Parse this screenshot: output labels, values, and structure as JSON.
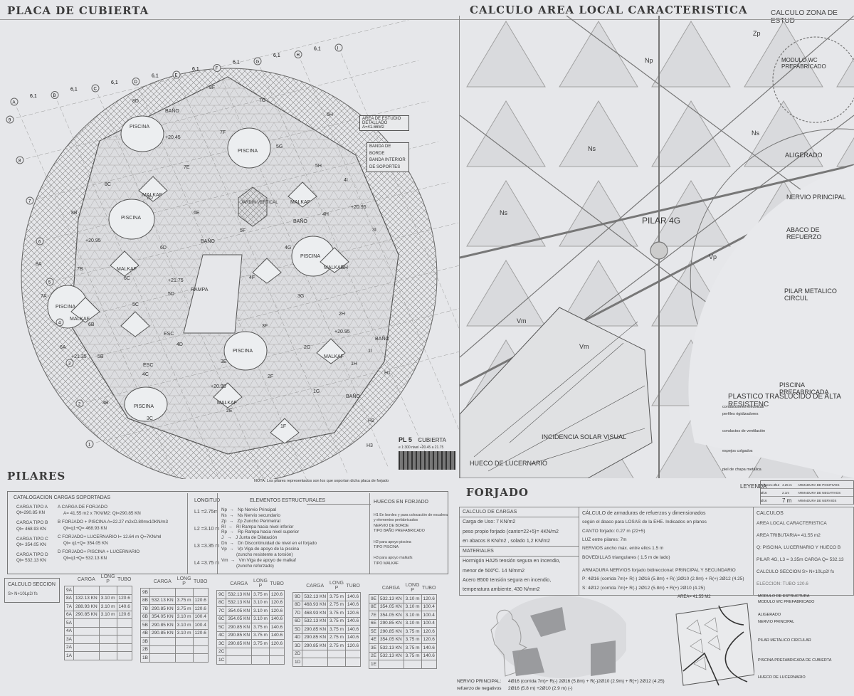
{
  "titles": {
    "plan": "PLACA DE CUBIERTA",
    "detail": "CALCULO AREA LOCAL CARACTERISTICA",
    "zone": "CALCULO ZONA DE ESTUD",
    "pilares": "PILARES",
    "forjado": "FORJADO",
    "leyenda": "LEYENDA"
  },
  "plan": {
    "axis_letters": [
      "A",
      "B",
      "C",
      "D",
      "E",
      "F",
      "G",
      "H",
      "I"
    ],
    "axis_numbers": [
      "9",
      "8",
      "7",
      "6",
      "5",
      "4",
      "3",
      "2",
      "1"
    ],
    "spacing": "6,1",
    "labels": [
      "PISCINA",
      "PISCINA",
      "PISCINA",
      "PISCINA",
      "PISCINA",
      "PISCINA",
      "PISCINA",
      "MALKAF",
      "MALKAF",
      "MALKAF",
      "MALKAF",
      "MALKAF",
      "MALKAF",
      "MALKAF",
      "RAMPA",
      "JARDIN VERTICAL",
      "BAÑO",
      "BAÑO",
      "BAÑO",
      "BAÑO",
      "BAÑO",
      "ESC",
      "ESC",
      "+20.45",
      "+20.95",
      "+20.95",
      "+21.75",
      "+21.35",
      "+20.95",
      "+20.95",
      "8F",
      "7G",
      "6H",
      "8D",
      "7F",
      "7E",
      "7D",
      "6E",
      "5F",
      "5G",
      "5H",
      "4I",
      "4H",
      "4G",
      "3I",
      "3H",
      "3G",
      "2H",
      "2G",
      "1I",
      "1H",
      "1G",
      "2F",
      "2E",
      "1F",
      "3F",
      "4F",
      "5D",
      "6D",
      "7B",
      "6C",
      "5C",
      "5B",
      "6B",
      "7A",
      "8A",
      "8B",
      "8C",
      "3C",
      "4B",
      "4C",
      "4D",
      "3E",
      "6A",
      "H1",
      "H2",
      "H3"
    ],
    "callouts": [
      "AREA DE ESTUDIO DETALLADO A=41.66M2",
      "BANDA DE BORDE",
      "BANDA INTERIOR",
      "DE SOPORTES"
    ],
    "stamp": {
      "code": "PL 5",
      "name": "CUBIERTA",
      "scale": "e 1:300",
      "level": "nivel +20.45 a 21.75"
    },
    "note": "NOTA: Los pilares representados son los que soportan dicha placa de forjado"
  },
  "detail": {
    "labels": [
      "Zp",
      "Np",
      "Ns",
      "Ns",
      "Ns",
      "Vp",
      "Vm",
      "Vm",
      "PILAR 4G",
      "HUECO DE LUCERNARIO",
      "INCIDENCIA SOLAR VISUAL"
    ],
    "right_labels": [
      "MODULO WC PREFABRICADO",
      "ALIGERADO",
      "NERVIO PRINCIPAL",
      "ABACO DE REFUERZO",
      "PILAR METALICO CIRCUL",
      "PISCINA PREFABRICADA",
      "PLASTICO TRASLÚCIDO DE ALTA RESISTENC"
    ],
    "layers": [
      "conducciones eléctricas",
      "perfiles rigidizadores",
      "conductos de ventilación",
      "espejos colgados",
      "piel de chapa metálica"
    ]
  },
  "legend": {
    "rows": [
      {
        "a": "refuerzo Ø12",
        "b": "4.25 m",
        "c": "ARMADURA DE POSITIVOS"
      },
      {
        "a": "Ø16",
        "b": "2.1m",
        "c": "ARMADURA DE NEGATIVOS"
      },
      {
        "a": "Ø16",
        "b": "7 m",
        "c": "ARMADURA DE NERVIOS"
      }
    ]
  },
  "catalog": {
    "header": "CATALOGACION CARGAS SOPORTADAS",
    "types": [
      {
        "name": "CARGA TIPO  A",
        "q": "Qt=290.85 KN"
      },
      {
        "name": "CARGA TIPO  B",
        "q": "Qt= 468.93 KN"
      },
      {
        "name": "CARGA TIPO  C",
        "q": "Qt= 354.05 KN"
      },
      {
        "name": "CARGA TIPO D",
        "q": "Qt= 532.13 KN"
      }
    ],
    "desc": [
      {
        "l1": "A  CARGA DE FORJADO",
        "l2": "A= 41.55 m2  x 7KN/M2: Qt=290.85 KN"
      },
      {
        "l1": "B  FORJADO + PISCINA A=22.27 m2xO.80mx10KN/m3",
        "l2": "Qt=q1+Q= 468.93 KN"
      },
      {
        "l1": "C  FORJADO+ LUCERNARIO l= 12.64 m Q=7KN/ml",
        "l2": "Qt= q1+Q= 354.05 KN"
      },
      {
        "l1": "D  FORJADO+ PISCINA + LUCERNARIO",
        "l2": "Qt=q1+Q= 532.13 KN"
      }
    ],
    "longitud_header": "LONGITUD",
    "longitudes": [
      "L1  =2.75m",
      "L2  =3.10 m",
      "L3  =3.35 m",
      "L4  =3.75 m"
    ],
    "elements_header": "ELEMENTOS ESTRUCTURALES",
    "elements": [
      "Np  →   Np Nervio Principal",
      "Ns  →   Ns Nervio secundario",
      "Zp  →   Zp Zuncho Perimetral",
      "Rl  →   Rl Rampa hacia nivel inferior",
      "Rp  →   Rp Rampa hacia nivel superior",
      "J   →   J Junta de Dilatación",
      "Dn  →   Dn Discontinuidad de nivel en el forjado",
      "Vp  →   Vp Viga de apoyo de la piscina",
      "            (zuncho resistente a torsión)",
      "Vm  →   Vm Viga de apoyo de malkaf",
      "            (zuncho reforzado)"
    ],
    "huecos_header": "HUECOS EN FORJADO",
    "huecos": [
      "H1 En bordes y para colocación de escalera y elementos prefabricados",
      "NERVIO DE BORDE",
      "TIPO BAÑO PREFABRICADO",
      "H2 para apoyo piscina",
      "TIPO PISCINA",
      "H3 para apoyo malkafs",
      "TIPO MALKAF"
    ]
  },
  "seccion": {
    "title": "CALCULO SECCION",
    "formula": "S> N+10Lp2/ fs"
  },
  "pillar_tables": {
    "headers": [
      "CARGA",
      "LONG P",
      "TUBO"
    ],
    "columns": [
      [
        [
          "9A",
          "",
          "",
          ""
        ],
        [
          "8A",
          "132.13 KN",
          "3.10 m",
          "120.6"
        ],
        [
          "7A",
          "288.93 KN",
          "3.10 m",
          "140.6"
        ],
        [
          "6A",
          "290.85 KN",
          "3.10 m",
          "120.6"
        ],
        [
          "5A",
          "",
          "",
          ""
        ],
        [
          "4A",
          "",
          "",
          ""
        ],
        [
          "3A",
          "",
          "",
          ""
        ],
        [
          "2A",
          "",
          "",
          ""
        ],
        [
          "1A",
          "",
          "",
          ""
        ]
      ],
      [
        [
          "9B",
          "",
          "",
          ""
        ],
        [
          "8B",
          "532.13 KN",
          "3.75 m",
          "120.6"
        ],
        [
          "7B",
          "290.85 KN",
          "3.75 m",
          "120.6"
        ],
        [
          "6B",
          "354.05 KN",
          "3.10 m",
          "100.4"
        ],
        [
          "5B",
          "290.85 KN",
          "3.10 m",
          "100.4"
        ],
        [
          "4B",
          "290.85 KN",
          "3.10 m",
          "120.6"
        ],
        [
          "3B",
          "",
          "",
          ""
        ],
        [
          "2B",
          "",
          "",
          ""
        ],
        [
          "1B",
          "",
          "",
          ""
        ]
      ],
      [
        [
          "9C",
          "532.13 KN",
          "3.75 m",
          "120.6"
        ],
        [
          "8C",
          "532.13 KN",
          "3.10 m",
          "120.6"
        ],
        [
          "7C",
          "354.05 KN",
          "3.10 m",
          "120.6"
        ],
        [
          "6C",
          "354.05 KN",
          "3.10 m",
          "140.6"
        ],
        [
          "5C",
          "290.85 KN",
          "3.75 m",
          "140.6"
        ],
        [
          "4C",
          "290.85 KN",
          "3.75 m",
          "140.6"
        ],
        [
          "3C",
          "290.85 KN",
          "3.75 m",
          "120.6"
        ],
        [
          "2C",
          "",
          "",
          ""
        ],
        [
          "1C",
          "",
          "",
          ""
        ]
      ],
      [
        [
          "9D",
          "532.13 KN",
          "3.75 m",
          "140.6"
        ],
        [
          "8D",
          "468.93 KN",
          "2.75 m",
          "140.6"
        ],
        [
          "7D",
          "468.93 KN",
          "3.75 m",
          "120.6"
        ],
        [
          "6D",
          "532.13 KN",
          "3.75 m",
          "140.6"
        ],
        [
          "5D",
          "290.85 KN",
          "3.75 m",
          "140.6"
        ],
        [
          "4D",
          "290.85 KN",
          "2.75 m",
          "140.6"
        ],
        [
          "3D",
          "290.85 KN",
          "2.75 m",
          "120.6"
        ],
        [
          "2D",
          "",
          "",
          ""
        ],
        [
          "1D",
          "",
          "",
          ""
        ]
      ],
      [
        [
          "9E",
          "532.13 KN",
          "3.10 m",
          "120.6"
        ],
        [
          "8E",
          "354.05 KN",
          "3.10 m",
          "100.4"
        ],
        [
          "7E",
          "354.05 KN",
          "3.10 m",
          "100.4"
        ],
        [
          "6E",
          "290.85 KN",
          "3.10 m",
          "100.4"
        ],
        [
          "5E",
          "290.85 KN",
          "3.75 m",
          "120.6"
        ],
        [
          "4E",
          "354.05 KN",
          "3.75 m",
          "120.6"
        ],
        [
          "3E",
          "532.13 KN",
          "3.75 m",
          "140.6"
        ],
        [
          "2E",
          "532.13 KN",
          "3.75 m",
          "140.6"
        ],
        [
          "1E",
          "",
          "",
          ""
        ]
      ]
    ]
  },
  "forjado": {
    "cargas_header": "CALCULO DE CARGAS",
    "cargas": [
      "Carga de Uso: 7 KN/m2",
      "peso propio forjado (canto=22+5)= 4KN/m2",
      "en abacos 8 KN/m2 , solado 1,2 KN/m2"
    ],
    "materiales_header": "MATERIALES",
    "materiales": [
      "Hormigón HA25 tensión segura en incendio, menor de 500ºC. 14 N/mm2",
      "Acero B500 tensión segura en incendio, temperatura ambiente, 430 N/mm2"
    ],
    "armaduras_header": "CÁLCULO de armaduras de refuerzos y dimensionados",
    "armaduras": [
      "según el ábaco para LOSAS de la EHE. Indicados en planos",
      "CANTO forjado: 0.27 m  (22+5)",
      "LUZ entre pilares: 7m",
      "NERVIOS ancho máx. entre ellos 1.5 m",
      "BOVEDILLAS triangulares ( 1.5 m de lado)",
      "ARMADURA NERVIOS forjado bidireccional: PRINCIPAL Y SECUNDARIO",
      "P: 4Ø16 (corrida 7m)+ R(-) 2Ø16 (5.8m) + R(-)2Ø10 (2.9m) + R(+) 2Ø12 (4.25)",
      "S: 4Ø12 (corrida 7m)+ R(-) 2Ø12 (5.8m) + R(+) 2Ø10 (4.25)"
    ],
    "calculos_header": "CALCULOS",
    "calculos": [
      "AREA LOCAL CARACTERISTICA",
      "AREA TRIBUTARIA= 41.55 m2",
      "Q: PISCINA, LUCERNARIO Y HUECO B",
      "PILAR 4G, L3 = 3.35m  CARGA Q= 532.13",
      "CALCULO SECCION S> N+10Lp2/ fs",
      "ELECCION: TUBO 120.6"
    ]
  },
  "module": {
    "area": "AREA= 41.55 M2",
    "labels": [
      "MODULO DE ESTRUCTURA",
      "MODULO WC PREFABRICADO",
      "ALIGERADO",
      "NERVIO PRINCIPAL",
      "PILAR METALICO CIRCULAR",
      "PISCINA PREFABRICADA DE CUBIERTA",
      "HUECO DE LUCERNARIO"
    ]
  },
  "nervio": {
    "label": "NERVIO PRINCIPAL:",
    "value": "4Ø16 (corrida 7m)+ R(-) 2Ø16 (5.8m) + R(-)2Ø10 (2.9m) + R(+) 2Ø12 (4.25)",
    "label2": "refuerzo de negativos",
    "value2": "2Ø16 (5.8 m) +2Ø10 (2.9 m)  (-)"
  }
}
